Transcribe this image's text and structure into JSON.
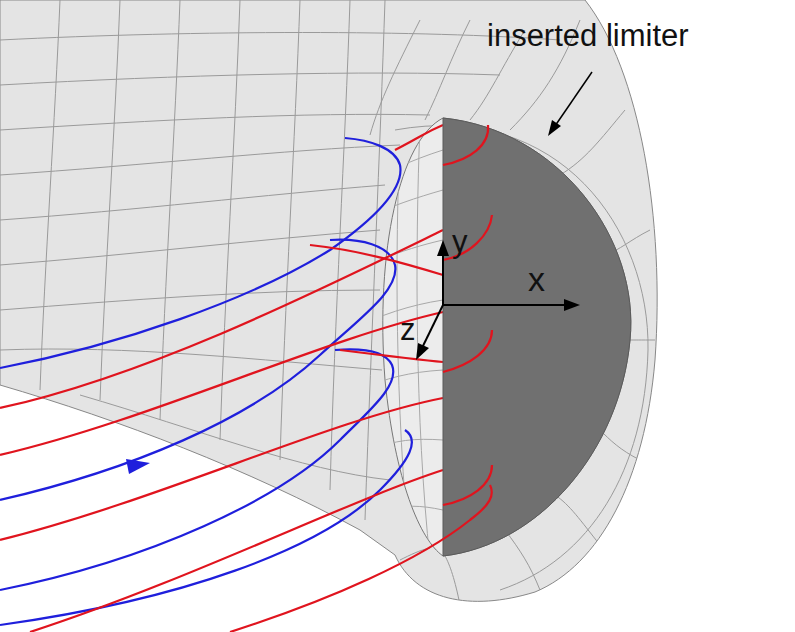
{
  "diagram": {
    "labels": [
      "inserted limiter",
      "y",
      "x",
      "z"
    ]
  }
}
